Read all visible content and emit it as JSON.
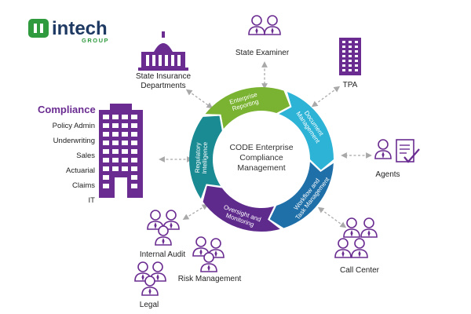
{
  "logo": {
    "name": "intech",
    "tagline": "GROUP",
    "brand_green": "#2f9a3e",
    "brand_navy": "#1e3a63"
  },
  "center": {
    "lines": [
      "CODE Enterprise",
      "Compliance",
      "Management"
    ]
  },
  "segments": [
    {
      "key": "enterprise-reporting",
      "lines": [
        "Enterprise",
        "Reporting"
      ],
      "color": "#7ab331"
    },
    {
      "key": "document-management",
      "lines": [
        "Document",
        "Management"
      ],
      "color": "#2db3d6"
    },
    {
      "key": "workflow-task-management",
      "lines": [
        "Workflow and",
        "Task Management"
      ],
      "color": "#1f6fa8"
    },
    {
      "key": "oversight-monitoring",
      "lines": [
        "Oversight and",
        "Monitoring"
      ],
      "color": "#5e2a8c"
    },
    {
      "key": "regulatory-intelligence",
      "lines": [
        "Regulatory",
        "Intelligence"
      ],
      "color": "#1a8a93"
    }
  ],
  "stakeholders": {
    "state_examiner": "State Examiner",
    "state_insurance": [
      "State Insurance",
      "Departments"
    ],
    "tpa": "TPA",
    "agents": "Agents",
    "call_center": "Call Center",
    "internal_audit": "Internal  Audit",
    "risk_management": "Risk Management",
    "legal": "Legal"
  },
  "compliance": {
    "title": "Compliance",
    "items": [
      "Policy Admin",
      "Underwriting",
      "Sales",
      "Actuarial",
      "Claims",
      "IT"
    ]
  },
  "colors": {
    "icon_purple": "#6a2c91",
    "arrow_gray": "#a9a9a9"
  },
  "icons": [
    "person-group-icon",
    "capitol-building-icon",
    "office-tower-icon",
    "document-check-icon"
  ]
}
